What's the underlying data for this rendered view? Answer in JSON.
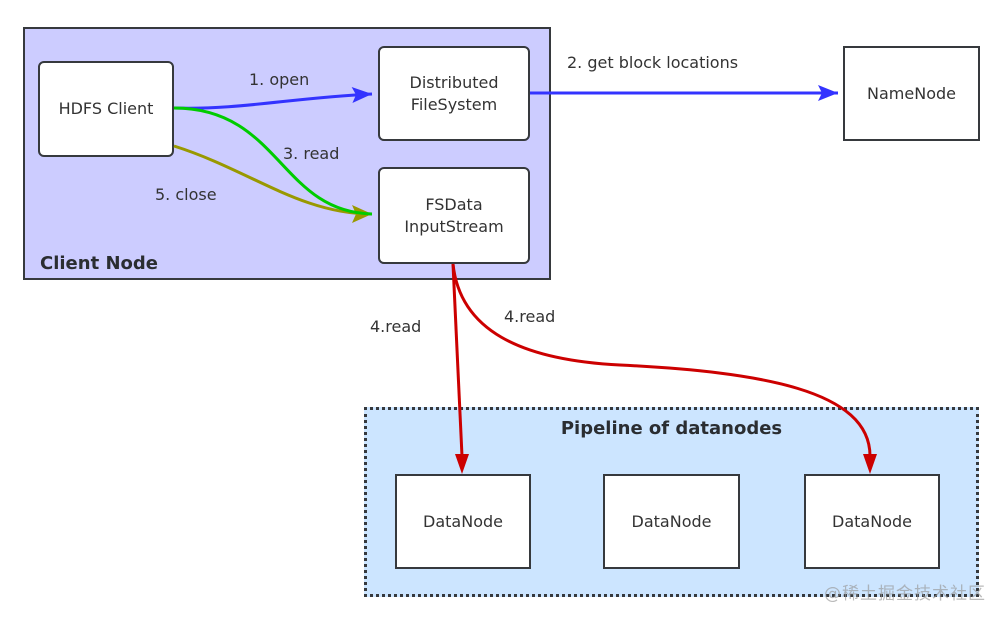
{
  "groups": {
    "client_node": {
      "label": "Client Node",
      "fill": "#ccccff"
    },
    "pipeline": {
      "label": "Pipeline of datanodes",
      "fill": "#cce5ff"
    }
  },
  "nodes": {
    "hdfs_client": "HDFS Client",
    "distributed_fs": "Distributed\nFileSystem",
    "fsdata_inputstream": "FSData\nInputStream",
    "namenode": "NameNode",
    "datanodes": [
      "DataNode",
      "DataNode",
      "DataNode"
    ]
  },
  "edges": [
    {
      "id": "open",
      "label": "1. open",
      "from": "HDFS Client",
      "to": "Distributed FileSystem",
      "color": "#3333ff"
    },
    {
      "id": "get-block-locations",
      "label": "2. get block locations",
      "from": "Distributed FileSystem",
      "to": "NameNode",
      "color": "#3333ff"
    },
    {
      "id": "read",
      "label": "3. read",
      "from": "HDFS Client",
      "to": "FSData InputStream",
      "color": "#00cc00"
    },
    {
      "id": "read-datanode-1",
      "label": "4.read",
      "from": "FSData InputStream",
      "to": "DataNode 1",
      "color": "#cc0000"
    },
    {
      "id": "read-datanode-3",
      "label": "4.read",
      "from": "FSData InputStream",
      "to": "DataNode 3",
      "color": "#cc0000"
    },
    {
      "id": "close",
      "label": "5. close",
      "from": "HDFS Client",
      "to": "FSData InputStream",
      "color": "#999900"
    }
  ],
  "watermark": "@稀土掘金技术社区"
}
